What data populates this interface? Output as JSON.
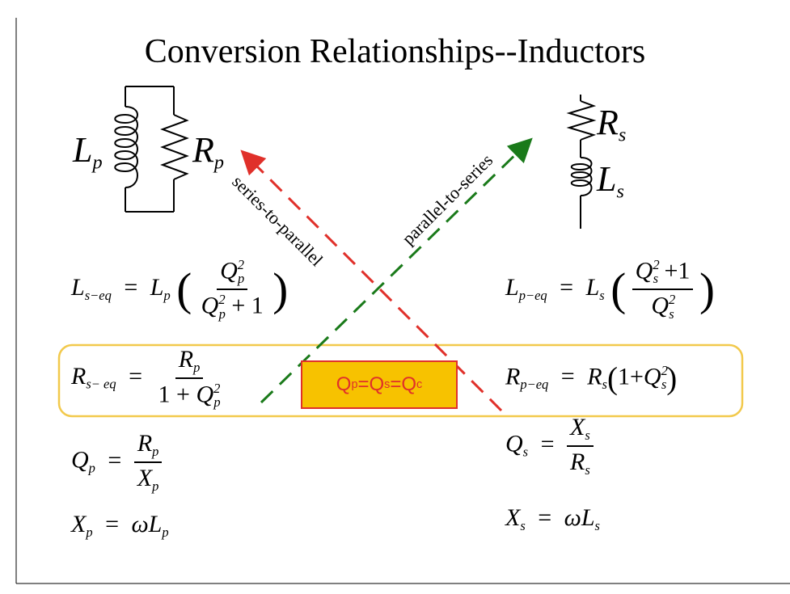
{
  "title": "Conversion Relationships--Inductors",
  "arrows": {
    "series_to_parallel": "series-to-parallel",
    "parallel_to_series": "parallel-to-series"
  },
  "circuit_parallel": {
    "inductor": "L",
    "inductor_sub": "p",
    "resistor": "R",
    "resistor_sub": "p"
  },
  "circuit_series": {
    "resistor": "R",
    "resistor_sub": "s",
    "inductor": "L",
    "inductor_sub": "s"
  },
  "highlight_box": {
    "prefix": "Q",
    "sub1": "p",
    "eq1": "=Q",
    "sub2": "s",
    "eq2": "=Q",
    "sub3": "c"
  },
  "equations": {
    "ls_eq": {
      "lhs": "L",
      "lhs_sub": "s−eq",
      "rhs": "L",
      "rhs_sub": "p",
      "num": "Q",
      "num_sub": "p",
      "num_sup": "2",
      "den": "Q",
      "den_sub": "p",
      "den_sup": "2",
      "den_tail": "+ 1"
    },
    "lp_eq": {
      "lhs": "L",
      "lhs_sub": "p−eq",
      "rhs": "L",
      "rhs_sub": "s",
      "num": "Q",
      "num_sub": "s",
      "num_sup": "2",
      "num_tail": "+1",
      "den": "Q",
      "den_sub": "s",
      "den_sup": "2"
    },
    "rs_eq": {
      "lhs": "R",
      "lhs_sub": "s− eq",
      "num": "R",
      "num_sub": "p",
      "den_head": "1 +",
      "den": "Q",
      "den_sub": "p",
      "den_sup": "2"
    },
    "rp_eq": {
      "lhs": "R",
      "lhs_sub": "p−eq",
      "rhs": "R",
      "rhs_sub": "s",
      "paren_head": "1+",
      "q": "Q",
      "q_sub": "s",
      "q_sup": "2"
    },
    "qp": {
      "lhs": "Q",
      "lhs_sub": "p",
      "num": "R",
      "num_sub": "p",
      "den": "X",
      "den_sub": "p"
    },
    "xp": {
      "lhs": "X",
      "lhs_sub": "p",
      "rhs": "ωL",
      "rhs_sub": "p"
    },
    "qs": {
      "lhs": "Q",
      "lhs_sub": "s",
      "num": "X",
      "num_sub": "s",
      "den": "R",
      "den_sub": "s"
    },
    "xs": {
      "lhs": "X",
      "lhs_sub": "s",
      "rhs": "ωL",
      "rhs_sub": "s"
    }
  },
  "colors": {
    "red_arrow": "#e0302a",
    "green_arrow": "#1a7a1a",
    "highlight_fill": "#f7c200",
    "highlight_border": "#f2c94c"
  }
}
